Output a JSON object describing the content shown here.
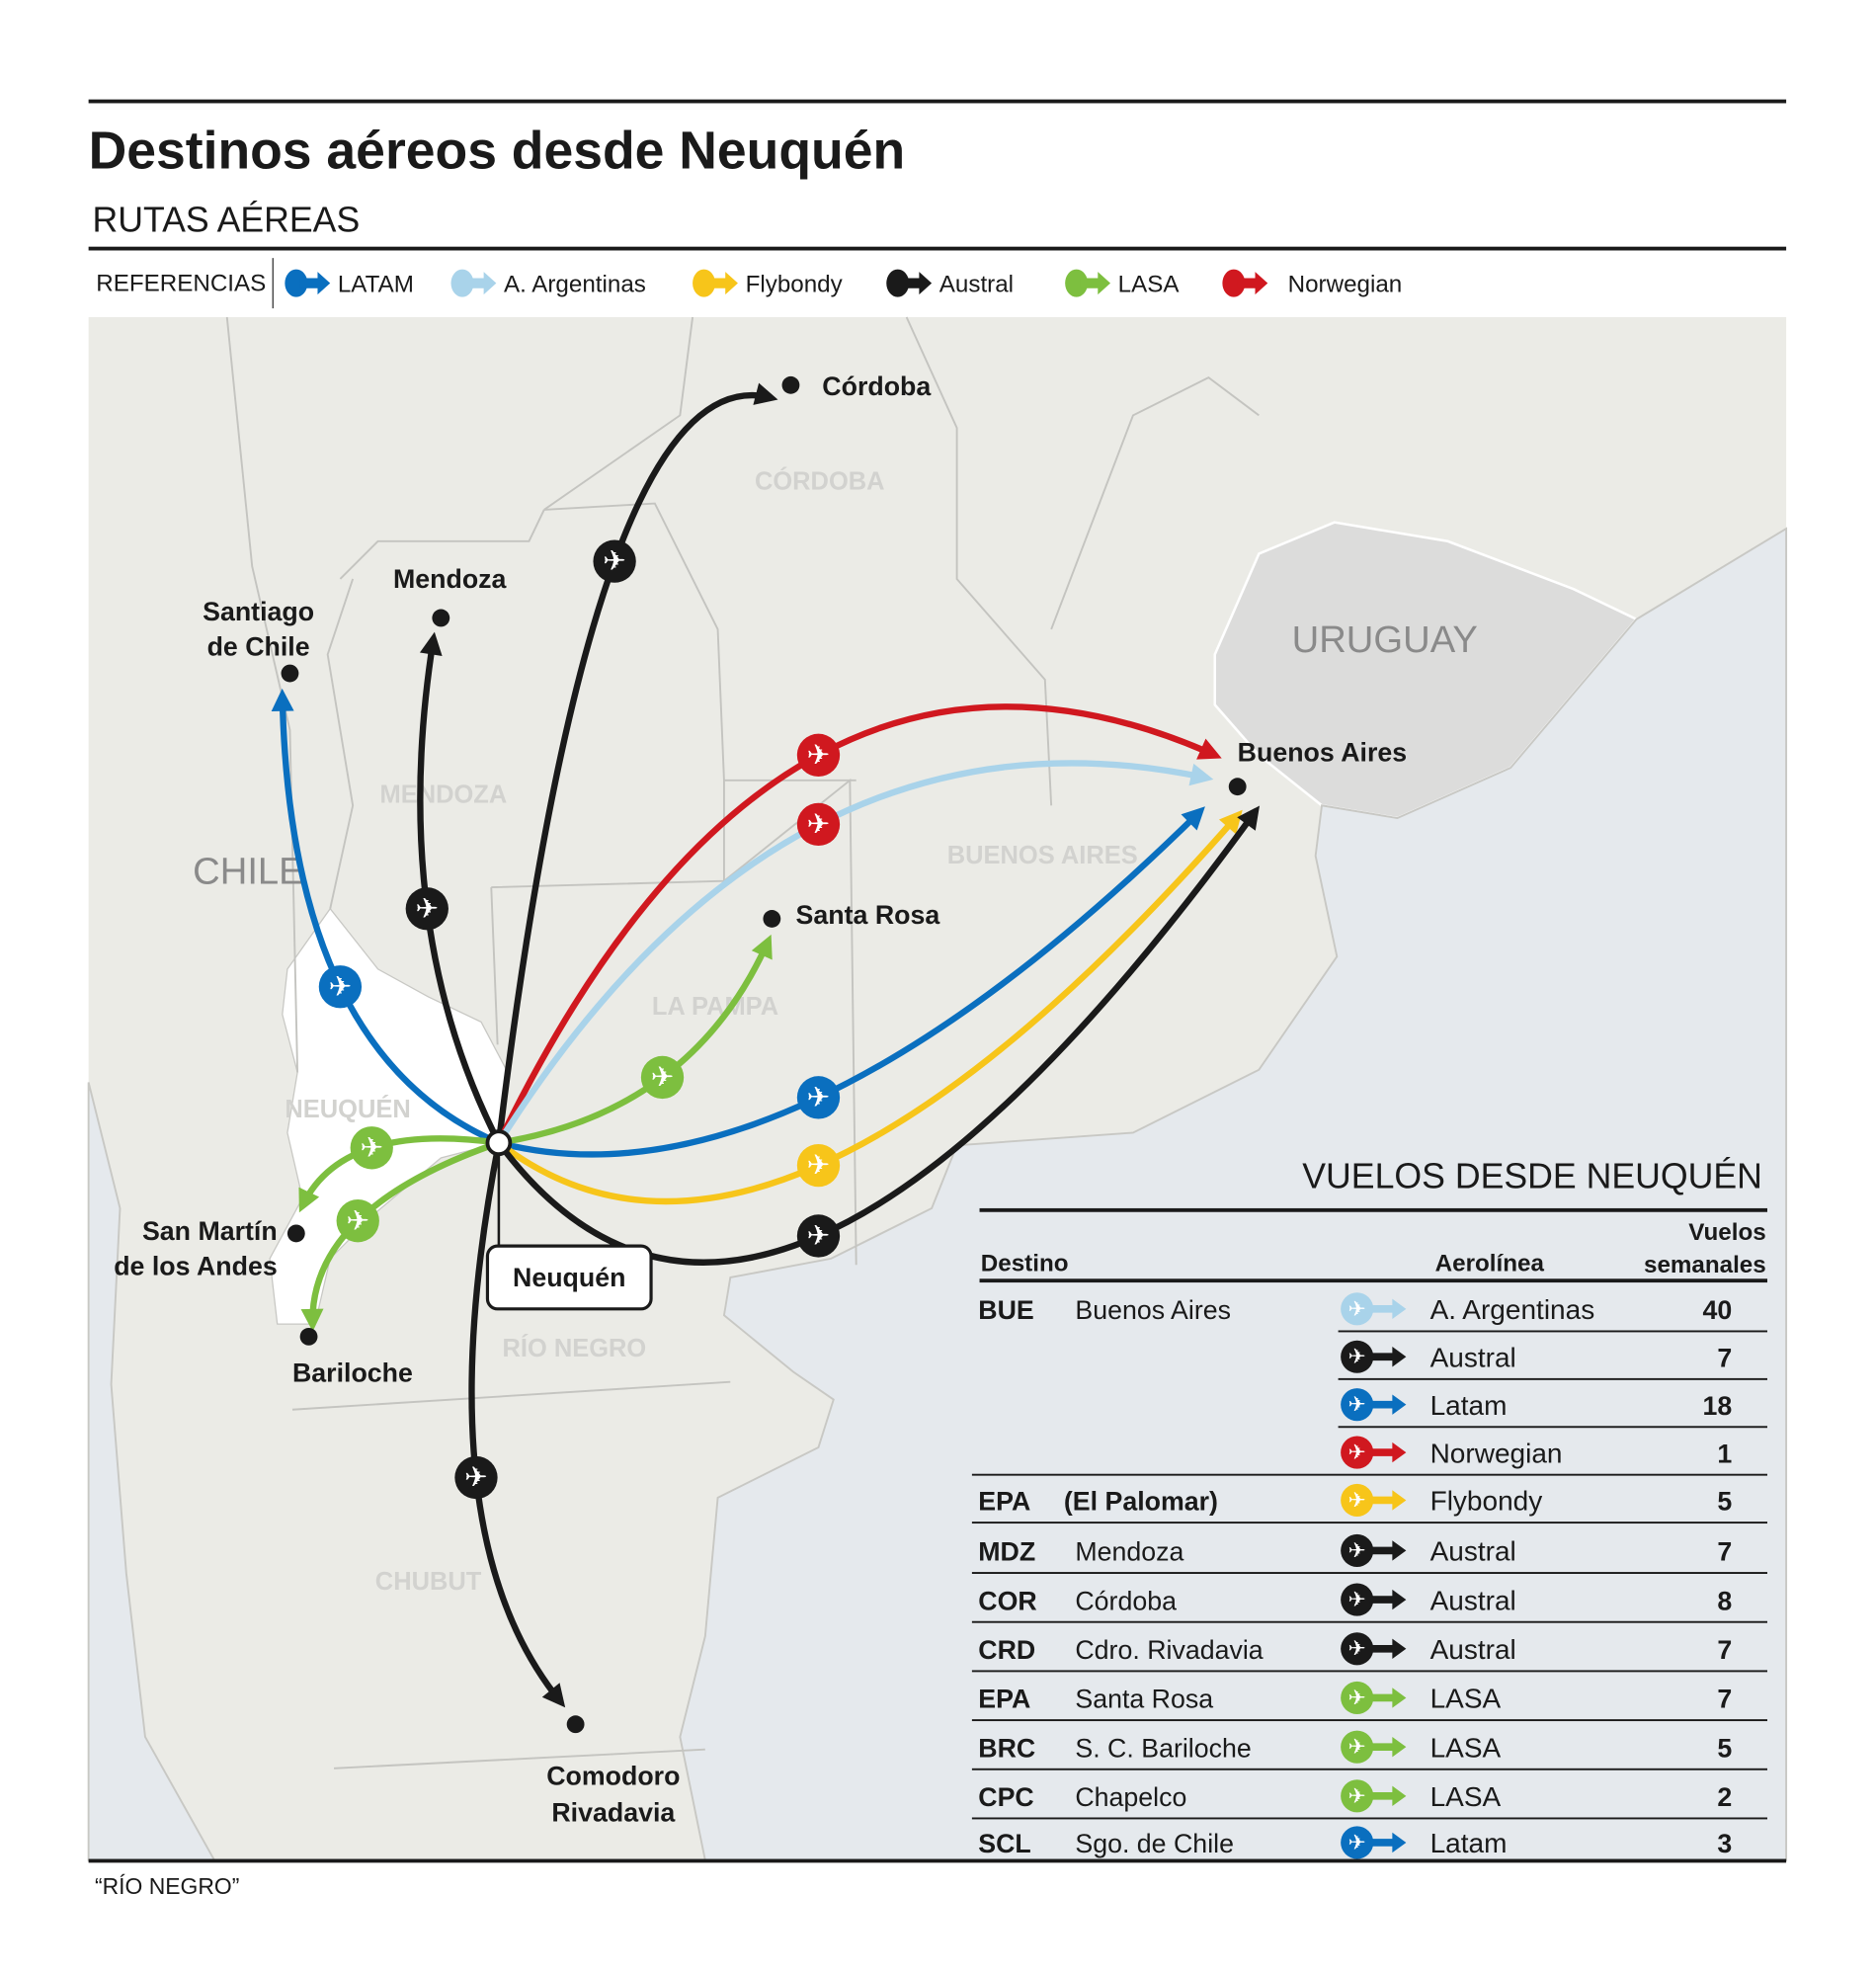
{
  "header": {
    "title": "Destinos aéreos desde Neuquén",
    "subtitle": "RUTAS AÉREAS"
  },
  "legend": {
    "label": "REFERENCIAS",
    "items": [
      {
        "key": "latam",
        "label": "LATAM",
        "color": "#0a6fbf"
      },
      {
        "key": "aar",
        "label": "A. Argentinas",
        "color": "#a9d3ea"
      },
      {
        "key": "flybondy",
        "label": "Flybondy",
        "color": "#f7c51a"
      },
      {
        "key": "austral",
        "label": "Austral",
        "color": "#1a1a1a"
      },
      {
        "key": "lasa",
        "label": "LASA",
        "color": "#7dbf3f"
      },
      {
        "key": "norwegian",
        "label": "Norwegian",
        "color": "#d0181f"
      }
    ]
  },
  "map": {
    "origin": "Neuquén",
    "cities": {
      "cordoba": "Córdoba",
      "mendoza": "Mendoza",
      "santiago_1": "Santiago",
      "santiago_2": "de Chile",
      "buenos_aires": "Buenos Aires",
      "santa_rosa": "Santa Rosa",
      "san_martin_1": "San Martín",
      "san_martin_2": "de los Andes",
      "bariloche": "Bariloche",
      "comodoro_1": "Comodoro",
      "comodoro_2": "Rivadavia"
    },
    "provinces": {
      "cordoba": "CÓRDOBA",
      "mendoza": "MENDOZA",
      "buenos_aires": "BUENOS AIRES",
      "la_pampa": "LA PAMPA",
      "neuquen": "NEUQUÉN",
      "rio_negro": "RÍO NEGRO",
      "chubut": "CHUBUT"
    },
    "countries": {
      "chile": "CHILE",
      "uruguay": "URUGUAY"
    }
  },
  "table": {
    "title": "VUELOS DESDE NEUQUÉN",
    "headers": {
      "destino": "Destino",
      "aerolinea": "Aerolínea",
      "vuelos_1": "Vuelos",
      "vuelos_2": "semanales"
    },
    "rows": [
      {
        "code": "BUE",
        "dest": "Buenos Aires",
        "airline": "A. Argentinas",
        "key": "aar",
        "flights": "40"
      },
      {
        "code": "",
        "dest": "",
        "airline": "Austral",
        "key": "austral",
        "flights": "7"
      },
      {
        "code": "",
        "dest": "",
        "airline": "Latam",
        "key": "latam",
        "flights": "18"
      },
      {
        "code": "",
        "dest": "",
        "airline": "Norwegian",
        "key": "norwegian",
        "flights": "1"
      },
      {
        "code": "EPA",
        "dest": "(El Palomar)",
        "airline": "Flybondy",
        "key": "flybondy",
        "flights": "5"
      },
      {
        "code": "MDZ",
        "dest": "Mendoza",
        "airline": "Austral",
        "key": "austral",
        "flights": "7"
      },
      {
        "code": "COR",
        "dest": "Córdoba",
        "airline": "Austral",
        "key": "austral",
        "flights": "8"
      },
      {
        "code": "CRD",
        "dest": "Cdro. Rivadavia",
        "airline": "Austral",
        "key": "austral",
        "flights": "7"
      },
      {
        "code": "EPA",
        "dest": "Santa Rosa",
        "airline": "LASA",
        "key": "lasa",
        "flights": "7"
      },
      {
        "code": "BRC",
        "dest": "S. C. Bariloche",
        "airline": "LASA",
        "key": "lasa",
        "flights": "5"
      },
      {
        "code": "CPC",
        "dest": "Chapelco",
        "airline": "LASA",
        "key": "lasa",
        "flights": "2"
      },
      {
        "code": "SCL",
        "dest": "Sgo. de Chile",
        "airline": "Latam",
        "key": "latam",
        "flights": "3"
      }
    ]
  },
  "footer": {
    "source": "“RÍO NEGRO”"
  }
}
